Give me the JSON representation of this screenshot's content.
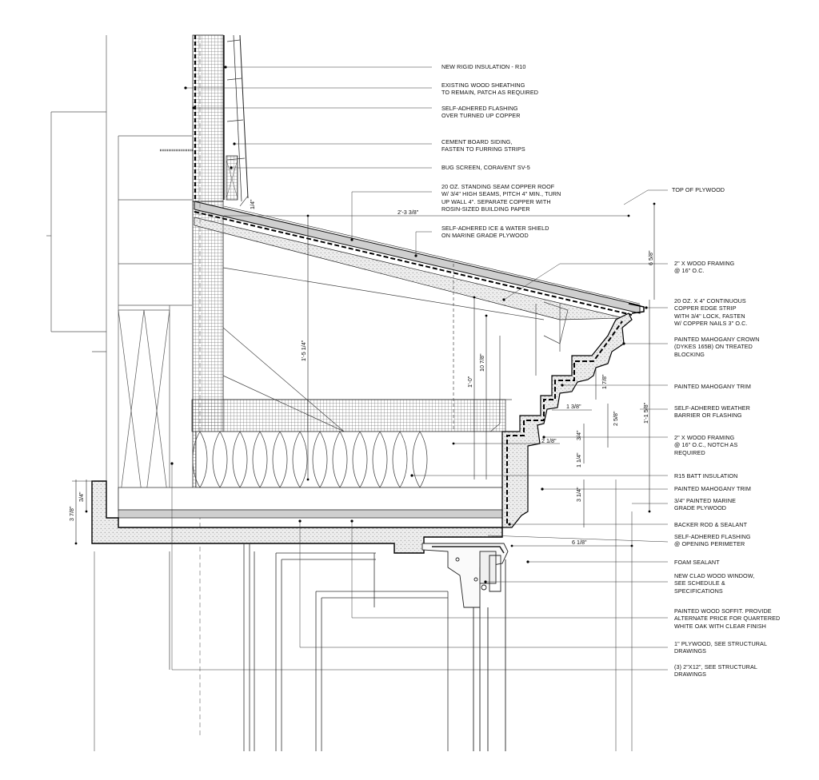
{
  "callouts": [
    "NEW RIGID INSULATION - R10",
    "EXISTING WOOD SHEATHING\nTO REMAIN, PATCH AS REQUIRED",
    "SELF-ADHERED FLASHING\nOVER TURNED UP COPPER",
    "CEMENT BOARD SIDING,\nFASTEN TO FURRING STRIPS",
    "BUG SCREEN, CORAVENT SV-5",
    "20 OZ. STANDING SEAM COPPER ROOF\nW/ 3/4\" HIGH SEAMS, PITCH 4\" MIN., TURN\nUP WALL 4\". SEPARATE COPPER WITH\nROSIN-SIZED BUILDING PAPER",
    "SELF-ADHERED ICE & WATER SHIELD\nON MARINE GRADE PLYWOOD",
    "TOP OF PLYWOOD",
    "2\" X WOOD FRAMING\n@ 16\" O.C.",
    "20 OZ. X 4\" CONTINUOUS\nCOPPER EDGE STRIP\nWITH 3/4\" LOCK, FASTEN\nW/ COPPER NAILS 3\" O.C.",
    "PAINTED MAHOGANY CROWN\n(DYKES 165B) ON TREATED\nBLOCKING",
    "PAINTED MAHOGANY TRIM",
    "SELF-ADHERED WEATHER\nBARRIER OR FLASHING",
    "2\" X WOOD FRAMING\n@ 16\" O.C., NOTCH AS\nREQUIRED",
    "R15 BATT INSULATION",
    "PAINTED MAHOGANY TRIM",
    "3/4\" PAINTED MARINE\nGRADE PLYWOOD",
    "BACKER ROD & SEALANT",
    "SELF-ADHERED FLASHING\n@ OPENING PERIMETER",
    "FOAM SEALANT",
    "NEW CLAD WOOD WINDOW,\nSEE SCHEDULE &\nSPECIFICATIONS",
    "PAINTED WOOD SOFFIT. PROVIDE\nALTERNATE PRICE FOR QUARTERED\nWHITE OAK WITH CLEAR FINISH",
    "1\" PLYWOOD, SEE STRUCTURAL\nDRAWINGS",
    "(3) 2\"X12\", SEE STRUCTURAL\nDRAWINGS"
  ],
  "dimensions": {
    "roof_top_offset": "1/4\"",
    "roof_width": "2'-3 3/8\"",
    "top_to_plywood": "6 5/8\"",
    "roof_height": "1'-5 1/4\"",
    "interior_height": "1'-0\"",
    "interior_inset": "10 7/8\"",
    "crown_height": "1'-1 5/8\"",
    "trim_step_1": "1 7/8\"",
    "trim_step_depth_1": "1 3/8\"",
    "trim_step_2": "2 5/8\"",
    "trim_step_depth_2": "2 1/8\"",
    "trim_step_3": "3/4\"",
    "trim_step_4": "1 1/4\"",
    "trim_step_5": "3 1/4\"",
    "soffit_width": "6 1/8\"",
    "soffit_total": "3 7/8\"",
    "soffit_board": "3/4\""
  }
}
